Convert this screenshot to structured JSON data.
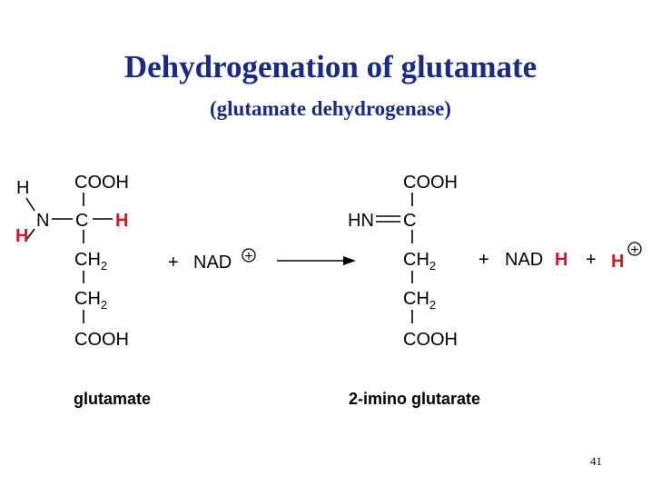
{
  "title": "Dehydrogenation of glutamate",
  "subtitle": "(glutamate dehydrogenase)",
  "glutamate": {
    "cooh_top": "COOH",
    "h_upper": "H",
    "n": "N",
    "c": "C",
    "h_alpha": "H",
    "h_lower": "H",
    "ch": "CH",
    "two": "2",
    "cooh_bottom": "COOH",
    "label": "glutamate"
  },
  "reagent": {
    "plus": "+",
    "nad": "NAD",
    "charge": "+"
  },
  "product": {
    "cooh_top": "COOH",
    "hn": "HN",
    "c": "C",
    "ch": "CH",
    "two": "2",
    "cooh_bottom": "COOH",
    "label": "2-imino glutarate"
  },
  "byproducts": {
    "plus1": "+",
    "nad": "NAD",
    "h_red": "H",
    "plus2": "+",
    "h_ion": "H",
    "charge": "+"
  },
  "page_number": "41",
  "colors": {
    "title": "#1a2a8a",
    "highlight": "#e0121f"
  }
}
